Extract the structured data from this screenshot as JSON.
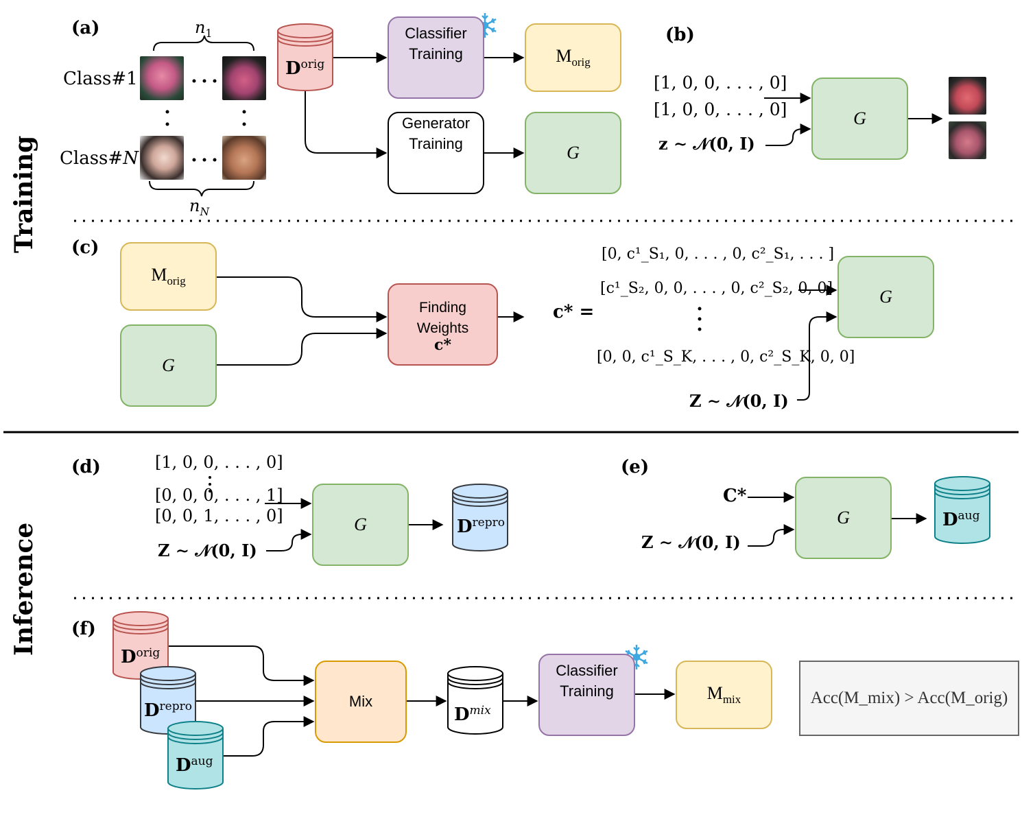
{
  "sections": {
    "training": "Training",
    "inference": "Inference"
  },
  "panels": {
    "a": "(a)",
    "b": "(b)",
    "c": "(c)",
    "d": "(d)",
    "e": "(e)",
    "f": "(f)"
  },
  "panel_a": {
    "n1": "n",
    "n1_sub": "1",
    "nN": "n",
    "nN_sub": "N",
    "class1": "Class#1",
    "classN_prefix": "Class#",
    "classN_var": "N",
    "dataset_main": "D",
    "dataset_sup": "orig",
    "classifier_line1": "Classifier",
    "classifier_line2": "Training",
    "generator_line1": "Generator",
    "generator_line2": "Training",
    "model_main": "M",
    "model_sub": "orig",
    "gen": "G"
  },
  "panel_b": {
    "vec1": "[1, 0, 0, . . . , 0]",
    "vec2": "[1, 0, 0, . . . , 0]",
    "noise": "z ∼ 𝒩(0, I)",
    "gen": "G"
  },
  "panel_c": {
    "model_main": "M",
    "model_sub": "orig",
    "gen_left": "G",
    "weights_line1": "Finding",
    "weights_line2": "Weights",
    "weights_var": "c*",
    "c_star_eq": "c* =",
    "row1": "[0, c¹_S₁, 0, . . . , 0, c²_S₁, . . . ]",
    "row2": "[c¹_S₂, 0, 0, . . . , 0, c²_S₂, 0, 0]",
    "row3": "[0, 0, c¹_S_K, . . . , 0, c²_S_K, 0, 0]",
    "noise": "Z ∼ 𝒩(0, I)",
    "gen_right": "G"
  },
  "panel_d": {
    "vec1": "[1, 0, 0, . . . , 0]",
    "vec2": "[0, 0, 0, . . . , 1]",
    "vec3": "[0, 0, 1, . . . , 0]",
    "noise": "Z ∼ 𝒩(0, I)",
    "gen": "G",
    "dataset_main": "D",
    "dataset_sup": "repro"
  },
  "panel_e": {
    "c_star": "C*",
    "noise": "Z ∼ 𝒩(0, I)",
    "gen": "G",
    "dataset_main": "D",
    "dataset_sup": "aug"
  },
  "panel_f": {
    "d_orig_main": "D",
    "d_orig_sup": "orig",
    "d_repro_main": "D",
    "d_repro_sup": "repro",
    "d_aug_main": "D",
    "d_aug_sup": "aug",
    "mix": "Mix",
    "d_mix_main": "D",
    "d_mix_sup": "mix",
    "classifier_line1": "Classifier",
    "classifier_line2": "Training",
    "model_main": "M",
    "model_sub": "mix",
    "result": "Acc(M_mix) > Acc(M_orig)"
  },
  "colors": {
    "yellow": "#fff2cc",
    "green": "#d5e8d4",
    "purple": "#e1d5e7",
    "red": "#f8cecc",
    "blue": "#cce5ff",
    "teal": "#b0e3e6",
    "orange": "#ffe6cc",
    "grey": "#f5f5f5"
  },
  "icons": [
    "gear-icon",
    "snowflake-icon",
    "database-icon"
  ]
}
